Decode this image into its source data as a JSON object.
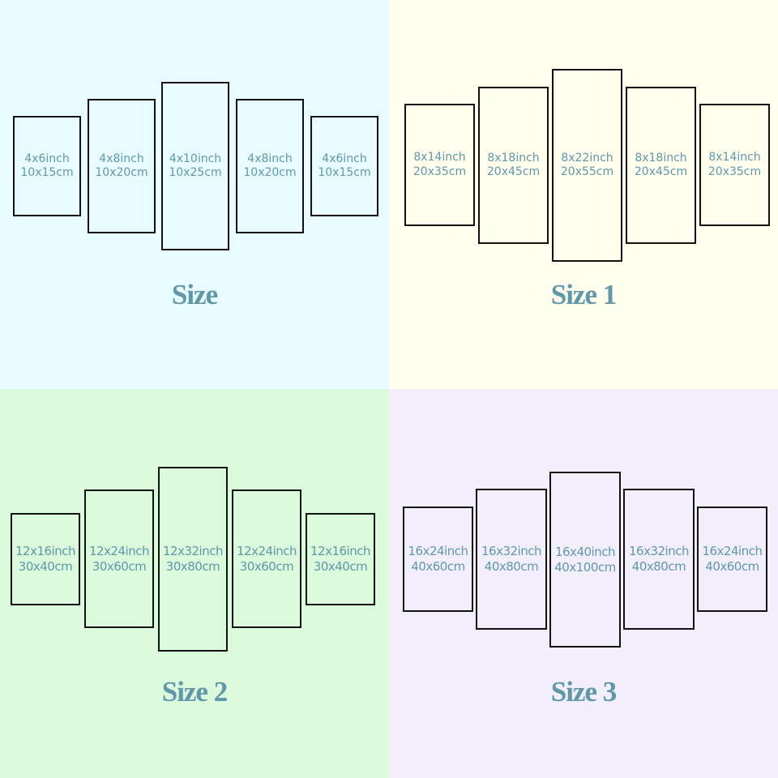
{
  "colors": {
    "text": "#5f98aa",
    "frame": "#111111",
    "backgrounds": [
      "#e8fcff",
      "#fffeec",
      "#dbfadb",
      "#f2eefb"
    ]
  },
  "sizes": [
    {
      "title": "Size",
      "panels": [
        {
          "inch": "4x6inch",
          "cm": "10x15cm"
        },
        {
          "inch": "4x8inch",
          "cm": "10x20cm"
        },
        {
          "inch": "4x10inch",
          "cm": "10x25cm"
        },
        {
          "inch": "4x8inch",
          "cm": "10x20cm"
        },
        {
          "inch": "4x6inch",
          "cm": "10x15cm"
        }
      ]
    },
    {
      "title": "Size 1",
      "panels": [
        {
          "inch": "8x14inch",
          "cm": "20x35cm"
        },
        {
          "inch": "8x18inch",
          "cm": "20x45cm"
        },
        {
          "inch": "8x22inch",
          "cm": "20x55cm"
        },
        {
          "inch": "8x18inch",
          "cm": "20x45cm"
        },
        {
          "inch": "8x14inch",
          "cm": "20x35cm"
        }
      ]
    },
    {
      "title": "Size 2",
      "panels": [
        {
          "inch": "12x16inch",
          "cm": "30x40cm"
        },
        {
          "inch": "12x24inch",
          "cm": "30x60cm"
        },
        {
          "inch": "12x32inch",
          "cm": "30x80cm"
        },
        {
          "inch": "12x24inch",
          "cm": "30x60cm"
        },
        {
          "inch": "12x16inch",
          "cm": "30x40cm"
        }
      ]
    },
    {
      "title": "Size 3",
      "panels": [
        {
          "inch": "16x24inch",
          "cm": "40x60cm"
        },
        {
          "inch": "16x32inch",
          "cm": "40x80cm"
        },
        {
          "inch": "16x40inch",
          "cm": "40x100cm"
        },
        {
          "inch": "16x32inch",
          "cm": "40x80cm"
        },
        {
          "inch": "16x24inch",
          "cm": "40x60cm"
        }
      ]
    }
  ]
}
